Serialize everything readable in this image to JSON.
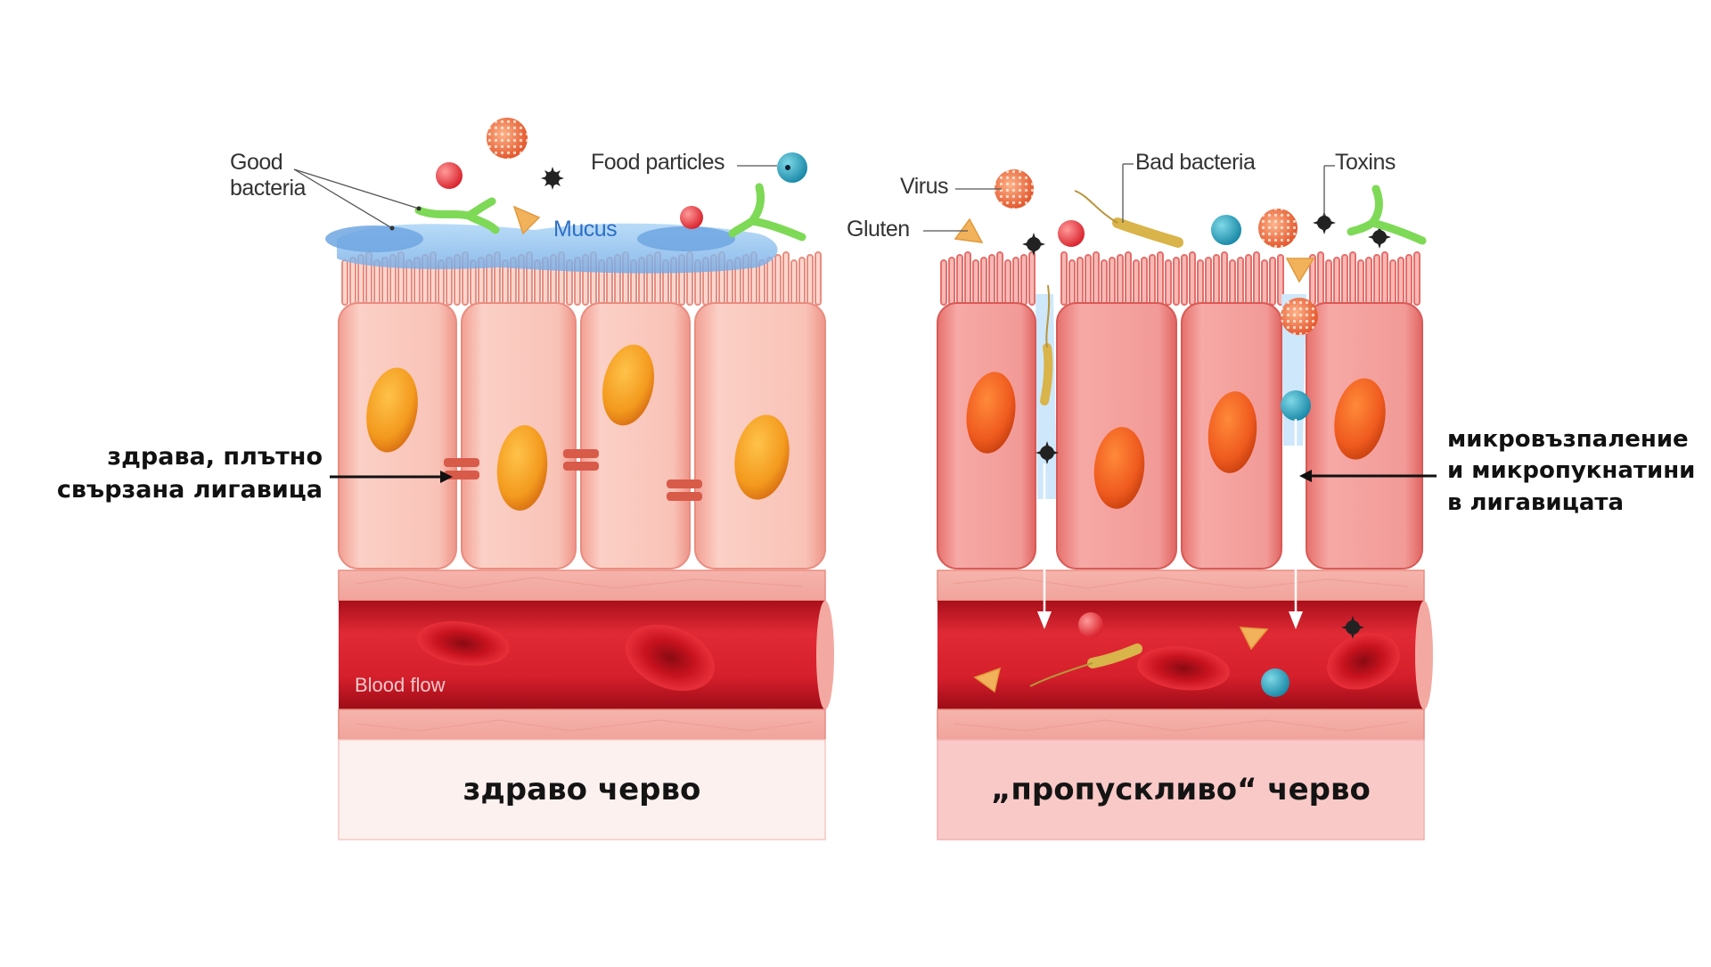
{
  "left_panel": {
    "labels": {
      "good_bacteria_line1": "Good",
      "good_bacteria_line2": "bacteria",
      "food_particles": "Food particles",
      "mucus": "Mucus",
      "blood_flow": "Blood flow"
    },
    "side_note_line1": "здрава, плътно",
    "side_note_line2": "свързана лигавица",
    "caption": "здраво черво"
  },
  "right_panel": {
    "labels": {
      "virus": "Virus",
      "gluten": "Gluten",
      "bad_bacteria": "Bad bacteria",
      "toxins": "Toxins"
    },
    "side_note_line1": "микровъзпаление",
    "side_note_line2": "и микропукнатини",
    "side_note_line3": "в лигавицата",
    "caption": "„пропускливо“ черво"
  },
  "colors": {
    "healthy_cell": "#f9c6bd",
    "leaky_cell": "#f39a98",
    "nucleus": "#f39a1e",
    "leaky_nucleus": "#ef5a1e",
    "mucus": "#8fc2ef",
    "vessel": "#d81f2e",
    "red_cell": "#b8101d",
    "good_bacteria": "#7ed957",
    "bad_bacteria": "#d9b44a",
    "food_particle": "#2aa6c0",
    "virus": "#e8643a",
    "toxin": "#222222",
    "gluten": "#f2b25c",
    "healthy_caption_bg": "#fdf1ef",
    "leaky_caption_bg": "#f9c9c8"
  }
}
